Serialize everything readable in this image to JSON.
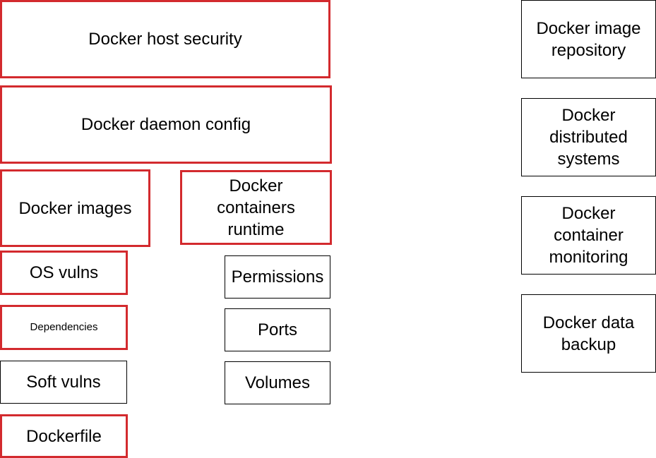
{
  "diagram": {
    "accent_color": "#d32a2e",
    "neutral_border_color": "#000000",
    "boxes": {
      "host_security": "Docker host security",
      "daemon_config": "Docker daemon config",
      "images": "Docker images",
      "containers_runtime": "Docker\ncontainers\nruntime",
      "os_vulns": "OS vulns",
      "dependencies": "Dependencies",
      "soft_vulns": "Soft vulns",
      "dockerfile": "Dockerfile",
      "permissions": "Permissions",
      "ports": "Ports",
      "volumes": "Volumes",
      "image_repository": "Docker image\nrepository",
      "distributed_systems": "Docker\ndistributed\nsystems",
      "container_monitoring": "Docker\ncontainer\nmonitoring",
      "data_backup": "Docker data\nbackup"
    }
  }
}
